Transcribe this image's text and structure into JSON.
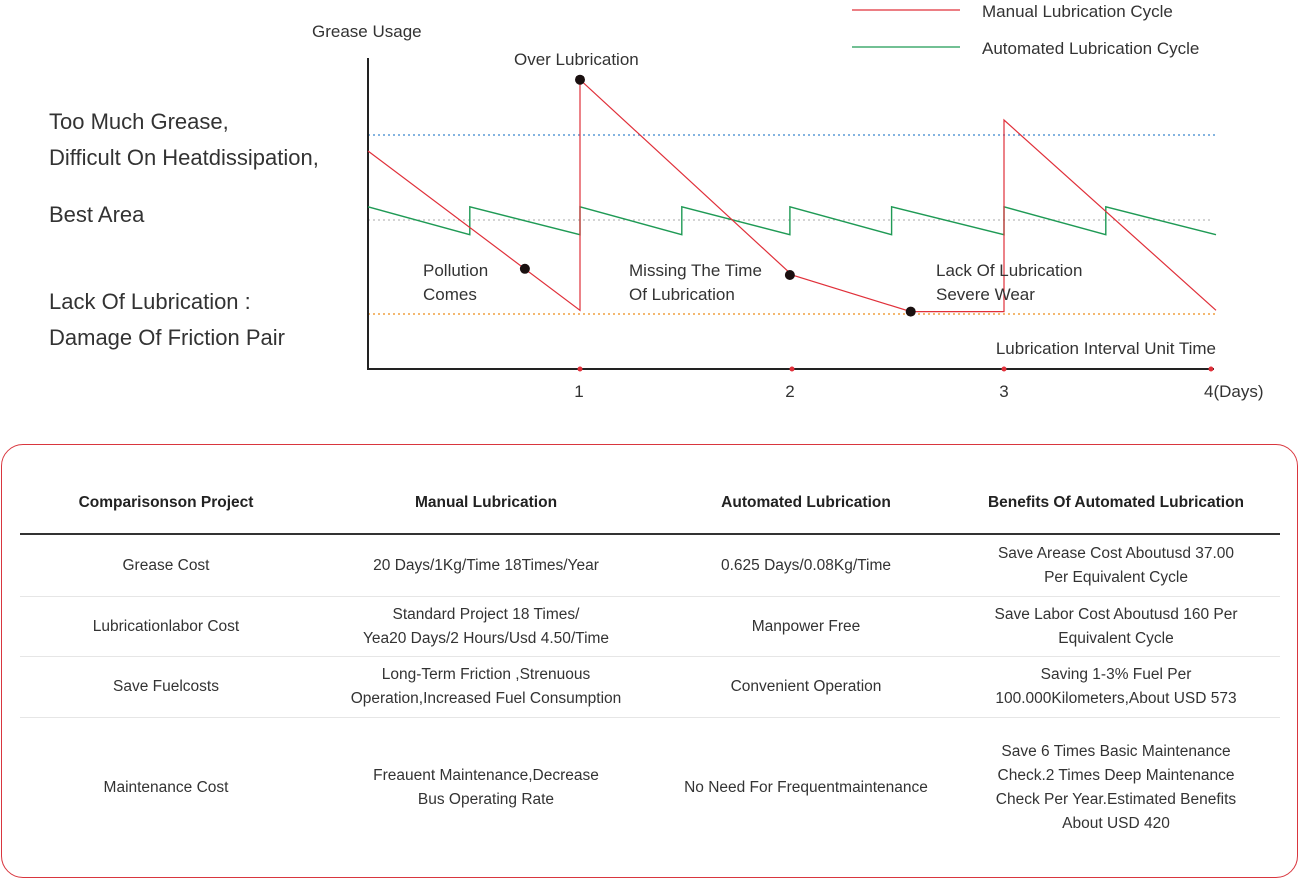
{
  "chart_data": {
    "type": "line",
    "ylabel": "Grease Usage",
    "xlabel": "Lubrication Interval Unit Time",
    "x_unit_label": "4(Days)",
    "xlim": [
      0,
      4
    ],
    "ylim": [
      0,
      10
    ],
    "x_ticks": [
      {
        "value": 1,
        "label": "1"
      },
      {
        "value": 2,
        "label": "2"
      },
      {
        "value": 3,
        "label": "3"
      },
      {
        "value": 4,
        "label": "4(Days)"
      }
    ],
    "reference_lines": [
      {
        "name": "upper-limit",
        "y": 7.5,
        "color": "#5b9bd5"
      },
      {
        "name": "best-area",
        "y": 5.0,
        "color": "#bbbbbb"
      },
      {
        "name": "lower-limit",
        "y": 1.8,
        "color": "#f0a040"
      }
    ],
    "series": [
      {
        "name": "Manual Lubrication Cycle",
        "color": "#e0303a",
        "points": [
          [
            0,
            7.0
          ],
          [
            1,
            1.86
          ],
          [
            1,
            9.3
          ],
          [
            2,
            3.0
          ],
          [
            2.56,
            1.82
          ],
          [
            3,
            1.82
          ],
          [
            3,
            8.0
          ],
          [
            4,
            1.86
          ]
        ]
      },
      {
        "name": "Automated Lubrication Cycle",
        "color": "#1f9a55",
        "points": [
          [
            0,
            5.2
          ],
          [
            0.48,
            4.3
          ],
          [
            0.48,
            5.2
          ],
          [
            1,
            4.3
          ],
          [
            1,
            5.2
          ],
          [
            1.48,
            4.3
          ],
          [
            1.48,
            5.2
          ],
          [
            1.99,
            4.3
          ],
          [
            1.99,
            5.2
          ],
          [
            2.47,
            4.3
          ],
          [
            2.47,
            5.2
          ],
          [
            3,
            4.3
          ],
          [
            3,
            5.2
          ],
          [
            3.48,
            4.3
          ],
          [
            3.48,
            5.2
          ],
          [
            4,
            4.3
          ]
        ]
      }
    ],
    "markers": [
      {
        "x": 1,
        "y": 9.3
      },
      {
        "x": 0.74,
        "y": 3.2
      },
      {
        "x": 1.99,
        "y": 3.0
      },
      {
        "x": 2.56,
        "y": 1.82
      }
    ],
    "annotations": [
      {
        "text": "Over Lubrication"
      },
      {
        "text": "Pollution"
      },
      {
        "text": "Comes"
      },
      {
        "text": "Missing The Time"
      },
      {
        "text": "Of Lubrication"
      },
      {
        "text": "Lack Of Lubrication"
      },
      {
        "text": "Severe Wear"
      }
    ]
  },
  "side_labels": {
    "too_much_1": "Too Much Grease,",
    "too_much_2": "Difficult On Heatdissipation,",
    "best_area": "Best Area",
    "lack_1": "Lack Of Lubrication :",
    "lack_2": "Damage Of Friction Pair"
  },
  "table": {
    "headers": [
      "Comparisonson Project",
      "Manual Lubrication",
      "Automated Lubrication",
      "Benefits Of Automated Lubrication"
    ],
    "rows": [
      {
        "c0": [
          "Grease Cost"
        ],
        "c1": [
          "20 Days/1Kg/Time 18Times/Year"
        ],
        "c2": [
          "0.625 Days/0.08Kg/Time"
        ],
        "c3": [
          "Save Arease Cost Aboutusd 37.00",
          "Per Equivalent Cycle"
        ]
      },
      {
        "c0": [
          "Lubricationlabor Cost"
        ],
        "c1": [
          "Standard Project 18 Times/",
          "Yea20 Days/2 Hours/Usd 4.50/Time"
        ],
        "c2": [
          "Manpower Free"
        ],
        "c3": [
          "Save Labor Cost Aboutusd 160 Per",
          "Equivalent Cycle"
        ]
      },
      {
        "c0": [
          "Save Fuelcosts"
        ],
        "c1": [
          "Long-Term Friction ,Strenuous",
          "Operation,Increased Fuel Consumption"
        ],
        "c2": [
          "Convenient Operation"
        ],
        "c3": [
          "Saving 1-3% Fuel Per",
          "100.000Kilometers,About USD 573"
        ]
      },
      {
        "c0": [
          "Maintenance Cost"
        ],
        "c1": [
          "Freauent Maintenance,Decrease",
          "Bus Operating Rate"
        ],
        "c2": [
          "No Need For Frequentmaintenance"
        ],
        "c3": [
          "Save 6 Times Basic Maintenance",
          "Check.2 Times Deep Maintenance",
          "Check Per Year.Estimated Benefits",
          "About USD 420"
        ]
      }
    ]
  }
}
